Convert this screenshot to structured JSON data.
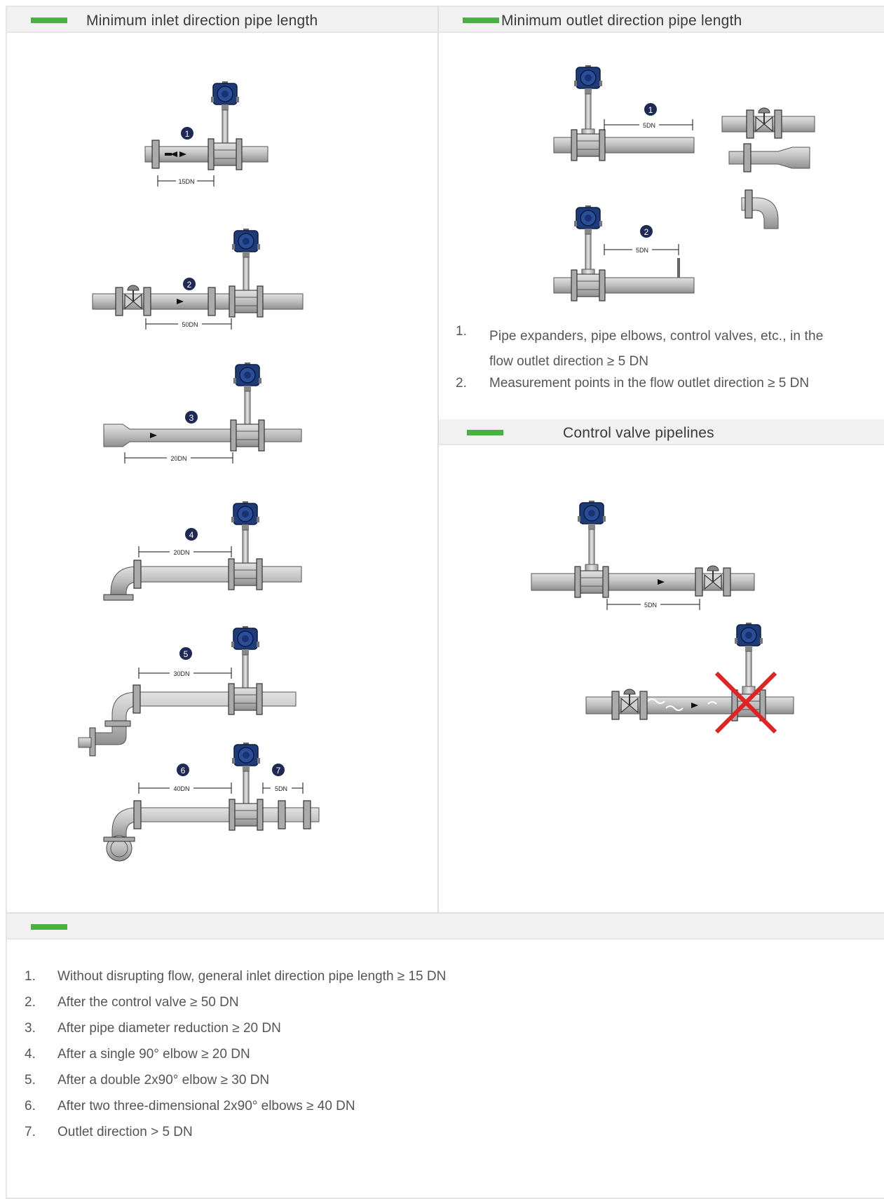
{
  "headers": {
    "inlet": "Minimum inlet direction pipe length",
    "outlet": "Minimum outlet direction pipe length",
    "control": "Control valve pipelines",
    "bottom": ""
  },
  "inlet_diagram": {
    "markers": [
      "1",
      "2",
      "3",
      "4",
      "5",
      "6",
      "7"
    ],
    "dims": [
      "15DN",
      "50DN",
      "20DN",
      "20DN",
      "30DN",
      "40DN",
      "5DN"
    ]
  },
  "outlet_diagram": {
    "markers": [
      "1",
      "2"
    ],
    "dims": [
      "5DN",
      "5DN"
    ]
  },
  "control_diagram": {
    "dims": [
      "5DN"
    ]
  },
  "outlet_notes": [
    {
      "num": "1.",
      "lines": [
        "Pipe expanders, pipe elbows, control valves, etc., in the",
        "flow outlet direction ≥ 5 DN"
      ]
    },
    {
      "num": "2.",
      "lines": [
        "Measurement points in the flow outlet direction ≥ 5 DN"
      ]
    }
  ],
  "inlet_notes": [
    {
      "num": "1.",
      "text": "Without disrupting flow, general inlet direction pipe length ≥ 15 DN"
    },
    {
      "num": "2.",
      "text": "After the control valve ≥ 50 DN"
    },
    {
      "num": "3.",
      "text": "After pipe diameter reduction ≥ 20 DN"
    },
    {
      "num": "4.",
      "text": "After a single 90° elbow ≥ 20 DN"
    },
    {
      "num": "5.",
      "text": "After a double 2x90° elbow ≥ 30 DN"
    },
    {
      "num": "6.",
      "text": "After two three-dimensional 2x90° elbows ≥ 40 DN"
    },
    {
      "num": "7.",
      "text": "Outlet direction > 5 DN"
    }
  ],
  "colors": {
    "accent": "#4caf45",
    "pipe": "#c9c9c9",
    "transmitter": "#1f3c7a",
    "marker": "#1e2a55",
    "cross": "#e02424"
  }
}
